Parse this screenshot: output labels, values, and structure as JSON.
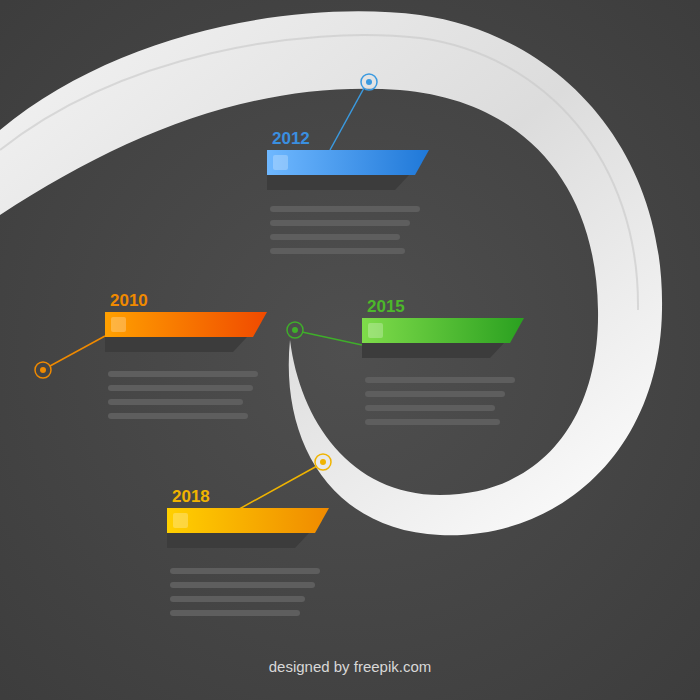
{
  "diagram": {
    "nodes": [
      {
        "text": [
          "2012"
        ]
      },
      {
        "text": [
          "2010"
        ]
      },
      {
        "text": [
          "2015"
        ]
      },
      {
        "text": [
          "2018"
        ]
      }
    ],
    "labels": [
      "designed by freepik.com"
    ]
  }
}
